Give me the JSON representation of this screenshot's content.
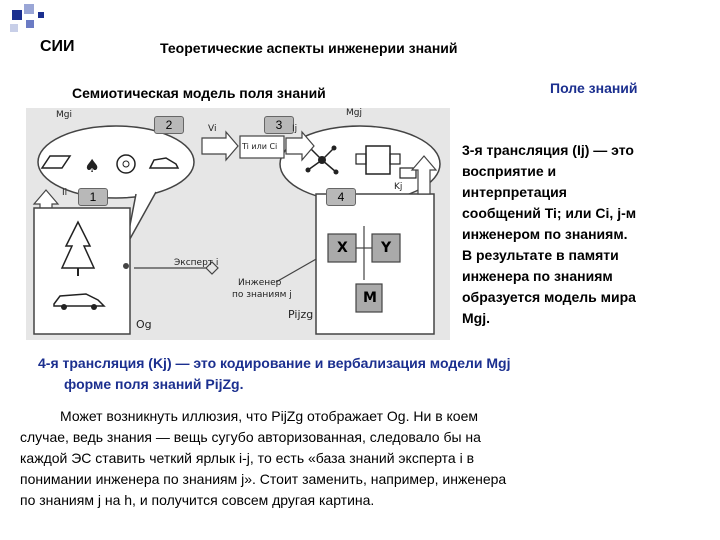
{
  "header": {
    "left_label": "СИИ",
    "title": "Теоретические аспекты инженерии знаний"
  },
  "subtitle_left": "Семиотическая модель поля знаний",
  "subtitle_right": "Поле знаний",
  "diagram": {
    "badges": [
      "2",
      "3",
      "1",
      "4"
    ],
    "labels": {
      "m_gi": "Mgi",
      "m_gj": "Mgj",
      "v_i": "Vi",
      "t_or_c": "Ti или Ci",
      "i_j": "Ij",
      "i_i": "Ii",
      "k_j": "Kj",
      "expert": "Эксперт i",
      "engineer_line1": "Инженер",
      "engineer_line2": "по знаниям j",
      "o_g": "Og",
      "p_zg": "Pijzg",
      "x": "X",
      "y": "Y",
      "m": "M"
    }
  },
  "side_text": {
    "line1": "3-я трансляция (Ij) — это",
    "line2": "восприятие и",
    "line3": "интерпретация",
    "line4": "сообщений Ti; или Ci, j-м",
    "line5": "инженером по знаниям.",
    "line6": "В результате в памяти",
    "line7": "инженера по знаниям",
    "line8": "образуется модель мира",
    "line9": "Mgj."
  },
  "fourth": {
    "line1": "4-я трансляция (Kj) — это кодирование и вербализация модели Mgj",
    "line2": "форме поля знаний PijZg."
  },
  "paragraph": {
    "line1": "Может возникнуть иллюзия, что  PijZg  отображает Og. Ни в коем",
    "line2": "случае, ведь знания — вещь сугубо авторизованная, следовало бы на",
    "line3": "каждой ЭС ставить четкий ярлык i-j, то есть «база знаний эксперта i в",
    "line4": "понимании инженера по знаниям j». Стоит заменить, например, инженера",
    "line5": "по знаниям j на h, и получится совсем другая картина."
  }
}
